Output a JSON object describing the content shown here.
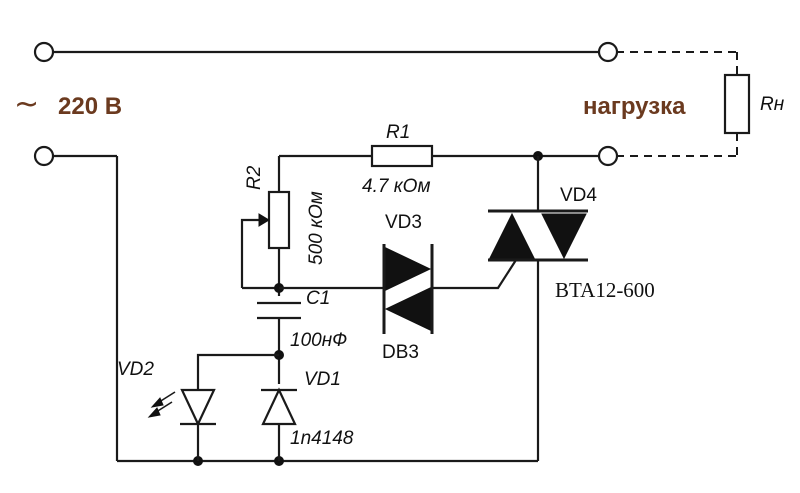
{
  "supply": {
    "symbol": "~",
    "voltage": "220 В"
  },
  "load": {
    "label": "нагрузка",
    "resistor": "Rн"
  },
  "components": {
    "r1": {
      "ref": "R1",
      "value": "4.7 кОм"
    },
    "r2": {
      "ref": "R2",
      "value": "500 кОм"
    },
    "c1": {
      "ref": "C1",
      "value": "100нФ"
    },
    "vd1": {
      "ref": "VD1",
      "part": "1n4148"
    },
    "vd2": {
      "ref": "VD2"
    },
    "vd3": {
      "ref": "VD3",
      "part": "DB3"
    },
    "vd4": {
      "ref": "VD4",
      "part": "BTA12-600"
    }
  }
}
